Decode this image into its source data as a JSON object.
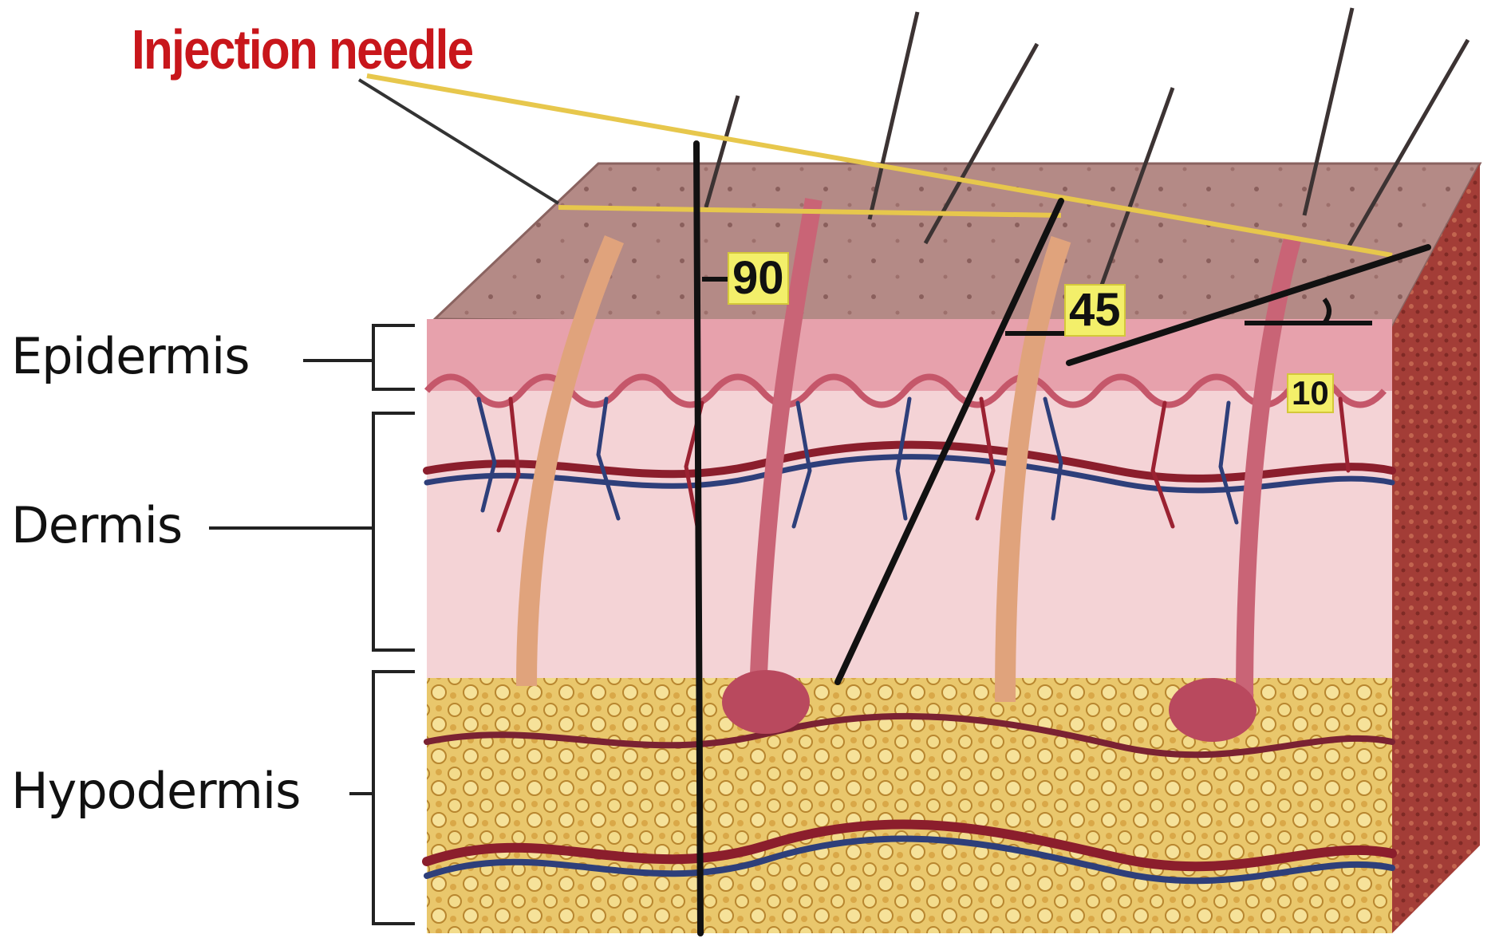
{
  "title": "Injection needle",
  "layers": [
    {
      "label": "Epidermis"
    },
    {
      "label": "Dermis"
    },
    {
      "label": "Hypodermis"
    }
  ],
  "angles": [
    {
      "label": "90"
    },
    {
      "label": "45"
    },
    {
      "label": "10"
    }
  ],
  "colors": {
    "title": "#c8161b",
    "skin_top": "#b58b86",
    "epidermis": "#e9a7b0",
    "dermis": "#f3d0d3",
    "hypodermis": "#e6c36a",
    "side_face": "#a8403c",
    "needle": "#111111",
    "angle_badge": "#f3ef6a"
  }
}
